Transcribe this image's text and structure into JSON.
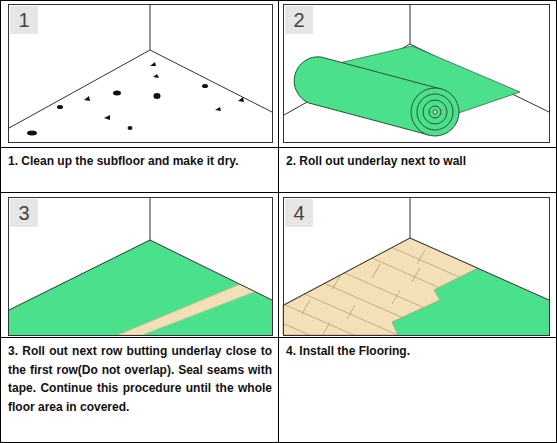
{
  "diagram": {
    "nodes": [
      {
        "text": [
          "1"
        ]
      },
      {
        "text": [
          "2"
        ]
      },
      {
        "text": [
          "1. Clean up the subfloor and make it dry."
        ]
      },
      {
        "text": [
          "2. Roll out underlay next to wall"
        ]
      },
      {
        "text": [
          "3"
        ]
      },
      {
        "text": [
          "4"
        ]
      },
      {
        "text": [
          "3. Roll out next row butting underlay close to the first row(Do not overlap). Seal seams with tape. Continue this procedure until the whole floor area in covered."
        ]
      },
      {
        "text": [
          "4. Install the Flooring."
        ]
      }
    ]
  }
}
